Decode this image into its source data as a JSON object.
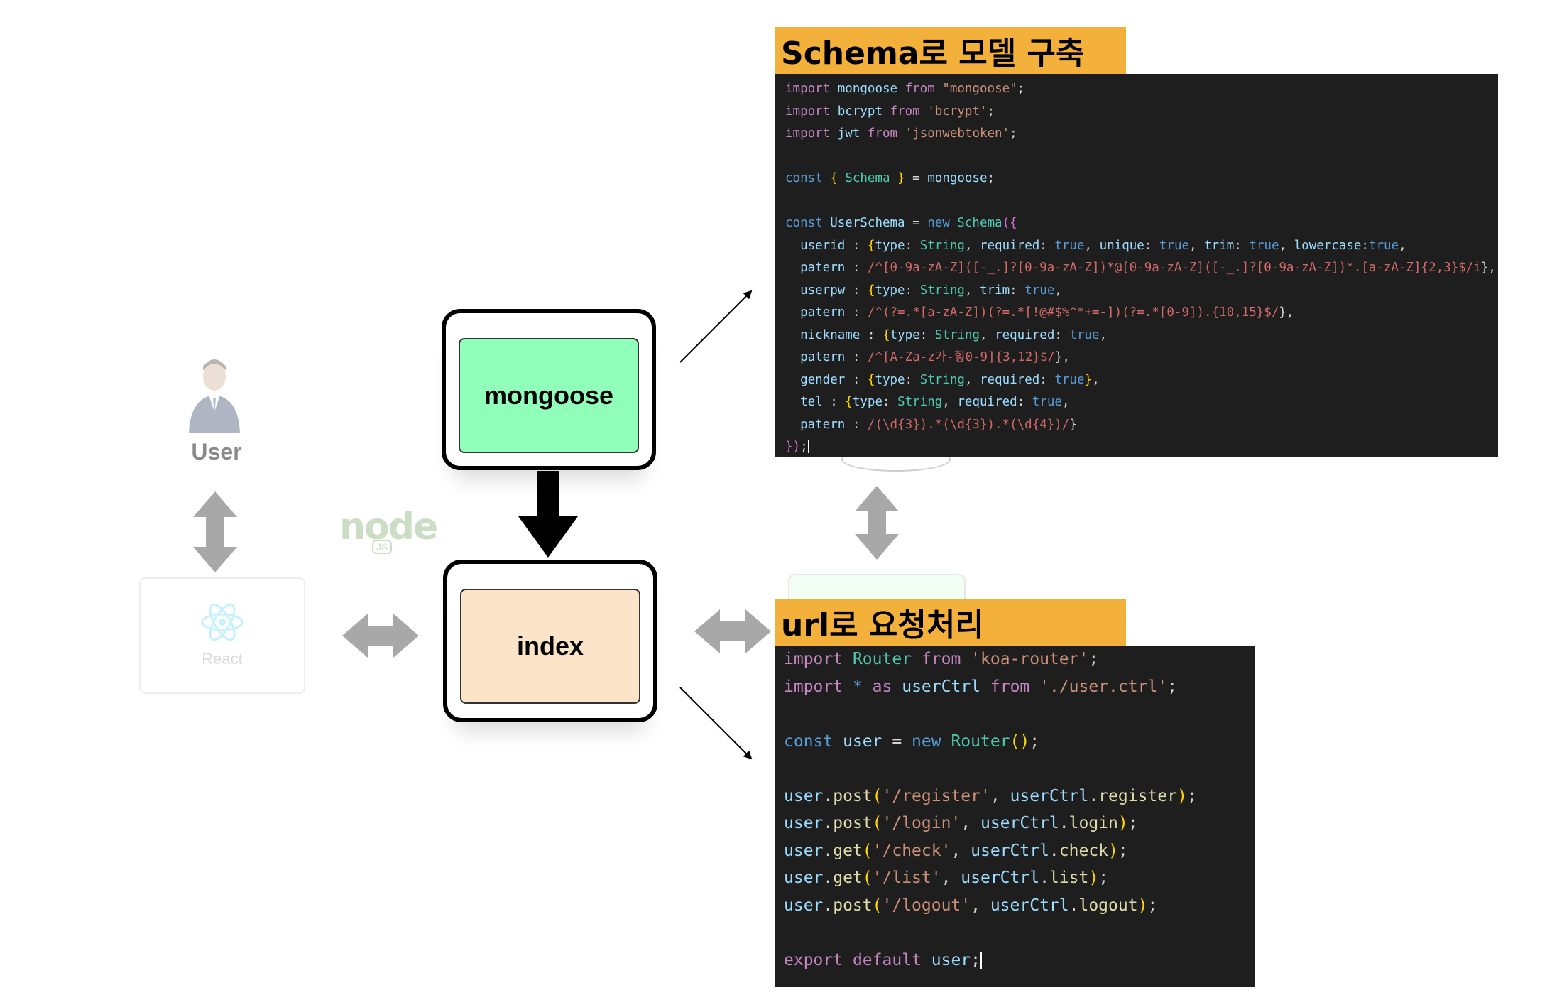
{
  "left": {
    "user_label": "User",
    "react_label": "React",
    "node_logo": "node",
    "node_sub": "JS"
  },
  "blocks": {
    "mongoose": "mongoose",
    "index": "index"
  },
  "schema_panel": {
    "title": "Schema로 모델 구축"
  },
  "router_panel": {
    "title": "url로 요청처리"
  },
  "colors": {
    "mongoose_fill": "#90ffb9",
    "index_fill": "#fce4c8",
    "title_bar": "#f3b03b",
    "code_bg": "#1e1e1e",
    "gray_arrow": "#a8a8a8"
  },
  "icons": [
    "user-avatar-icon",
    "react-logo-icon",
    "nodejs-logo-icon"
  ]
}
